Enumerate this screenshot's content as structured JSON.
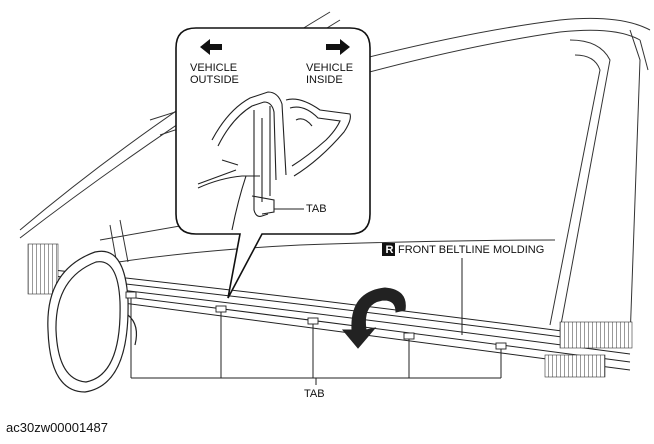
{
  "callout": {
    "left_label_line1": "VEHICLE",
    "left_label_line2": "OUTSIDE",
    "right_label_line1": "VEHICLE",
    "right_label_line2": "INSIDE",
    "tab_label": "TAB"
  },
  "part_label": {
    "badge": "R",
    "text": "FRONT BELTLINE MOLDING"
  },
  "bottom_tab_label": "TAB",
  "caption": "ac30zw00001487"
}
